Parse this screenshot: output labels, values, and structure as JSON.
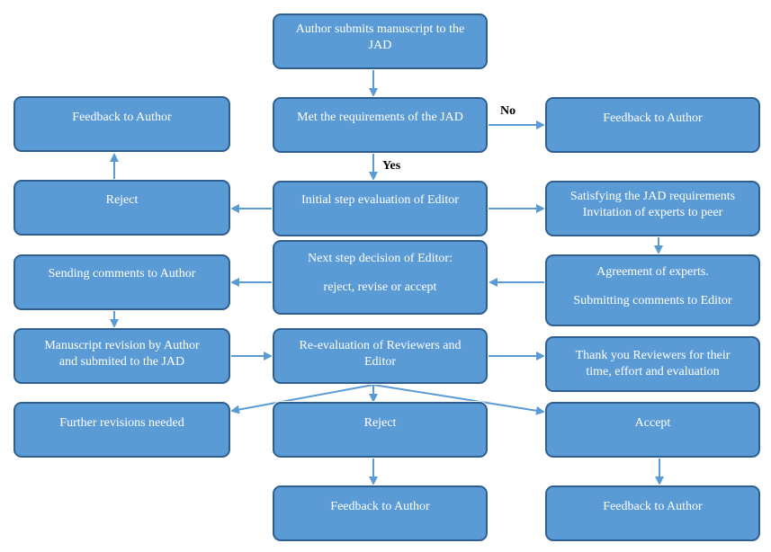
{
  "nodes": {
    "submit": [
      "Author submits manuscript to the",
      "JAD"
    ],
    "requirements": "Met the requirements of the JAD",
    "feedback_no": "Feedback to Author",
    "feedback_reject_top": "Feedback to Author",
    "initial_eval": "Initial step evaluation of Editor",
    "reject_top": "Reject",
    "satisfying": [
      "Satisfying the JAD requirements",
      "Invitation of experts to peer"
    ],
    "next_step": [
      "Next step decision of Editor:",
      "reject, revise or accept"
    ],
    "sending_comments": "Sending comments to Author",
    "agreement": [
      "Agreement of experts.",
      "Submitting comments to Editor"
    ],
    "manuscript_revision": [
      "Manuscript revision by Author",
      "and submited to the JAD"
    ],
    "re_evaluation": [
      "Re-evaluation of Reviewers and",
      "Editor"
    ],
    "thank_you": [
      "Thank you Reviewers for their",
      "time, effort and evaluation"
    ],
    "further_revisions": "Further revisions needed",
    "reject_bottom": "Reject",
    "accept": "Accept",
    "feedback_reject_bottom": "Feedback to Author",
    "feedback_accept": "Feedback to Author"
  },
  "edge_labels": {
    "no": "No",
    "yes": "Yes"
  },
  "colors": {
    "box_fill": "#5b9bd5",
    "box_border": "#2e5f8f",
    "arrow": "#5b9bd5",
    "text": "#ffffff"
  }
}
